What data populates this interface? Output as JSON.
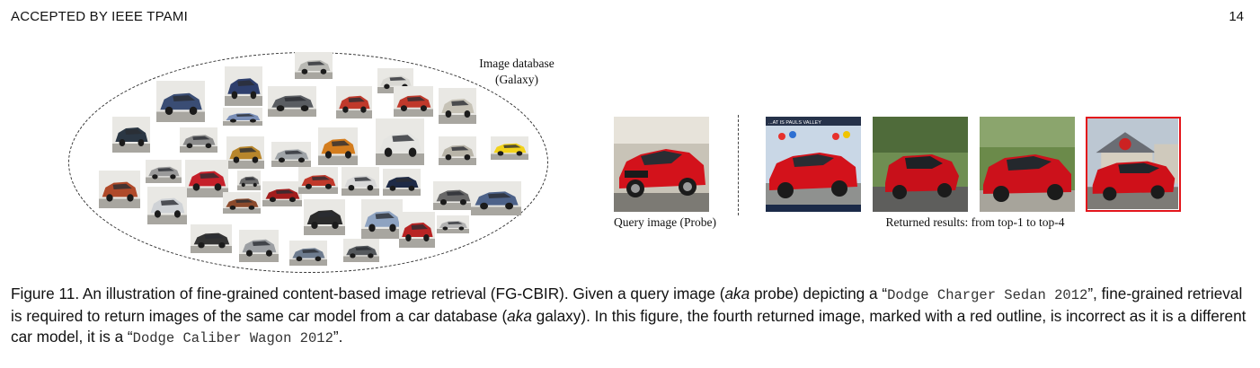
{
  "header": {
    "journal": "ACCEPTED BY IEEE TPAMI",
    "page_number": "14"
  },
  "figure": {
    "database_label_line1": "Image database",
    "database_label_line2": "(Galaxy)",
    "query_caption": "Query image (Probe)",
    "results_caption": "Returned results: from top-1 to top-4",
    "result_sign_text": "...AT IS PAULS VALLEY",
    "colors": {
      "wrong_outline": "#e3141b",
      "car_red": "#d3121b"
    },
    "icons": [
      "car-thumbnail-icon"
    ]
  },
  "caption": {
    "p1": "Figure 11. An illustration of fine-grained content-based image retrieval (FG-CBIR). Given a query image (",
    "aka1": "aka",
    "p2": " probe) depicting a “",
    "query_name": "Dodge Charger Sedan 2012",
    "p3": "”, fine-grained retrieval is required to return images of the same car model from a car database (",
    "aka2": "aka",
    "p4": " galaxy). In this figure, the fourth returned image, marked with a red outline, is incorrect as it is a different car model, it is a “",
    "wrong_name": "Dodge Caliber Wagon 2012",
    "p5": "”."
  }
}
